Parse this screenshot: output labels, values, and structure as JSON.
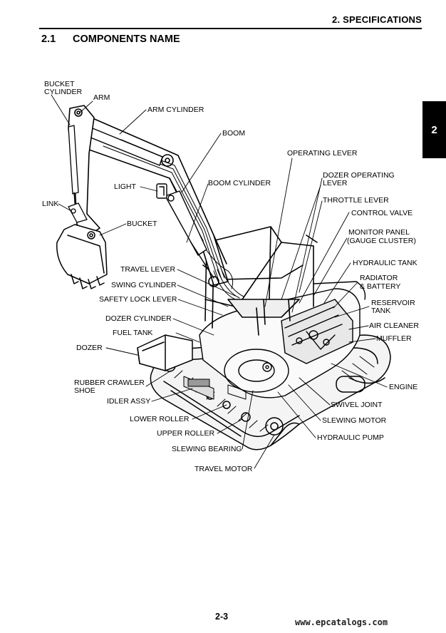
{
  "header": {
    "chapter_title": "2. SPECIFICATIONS",
    "chapter_tab": "2"
  },
  "section": {
    "number": "2.1",
    "title": "COMPONENTS NAME"
  },
  "labels": {
    "bucket_cylinder_1": "BUCKET",
    "bucket_cylinder_2": "CYLINDER",
    "arm": "ARM",
    "arm_cylinder": "ARM CYLINDER",
    "boom": "BOOM",
    "operating_lever": "OPERATING LEVER",
    "dozer_operating_lever_1": "DOZER OPERATING",
    "dozer_operating_lever_2": "LEVER",
    "light": "LIGHT",
    "boom_cylinder": "BOOM CYLINDER",
    "throttle_lever": "THROTTLE LEVER",
    "control_valve": "CONTROL VALVE",
    "link": "LINK",
    "bucket": "BUCKET",
    "monitor_panel_1": "MONITOR PANEL",
    "monitor_panel_2": "(GAUGE CLUSTER)",
    "hydraulic_tank": "HYDRAULIC TANK",
    "travel_lever": "TRAVEL LEVER",
    "radiator_battery_1": "RADIATOR",
    "radiator_battery_2": "& BATTERY",
    "swing_cylinder": "SWING CYLINDER",
    "safety_lock_lever": "SAFETY LOCK LEVER",
    "reservoir_tank_1": "RESERVOIR",
    "reservoir_tank_2": "TANK",
    "dozer_cylinder": "DOZER CYLINDER",
    "air_cleaner": "AIR CLEANER",
    "fuel_tank": "FUEL TANK",
    "muffler": "MUFFLER",
    "dozer": "DOZER",
    "engine": "ENGINE",
    "rubber_crawler_shoe_1": "RUBBER CRAWLER",
    "rubber_crawler_shoe_2": "SHOE",
    "swivel_joint": "SWIVEL JOINT",
    "idler_assy": "IDLER ASSY",
    "slewing_motor": "SLEWING MOTOR",
    "lower_roller": "LOWER ROLLER",
    "upper_roller": "UPPER ROLLER",
    "hydraulic_pump": "HYDRAULIC PUMP",
    "slewing_bearing": "SLEWING BEARING",
    "travel_motor": "TRAVEL MOTOR"
  },
  "footer": {
    "page_number": "2-3",
    "watermark": "www.epcatalogs.com"
  }
}
